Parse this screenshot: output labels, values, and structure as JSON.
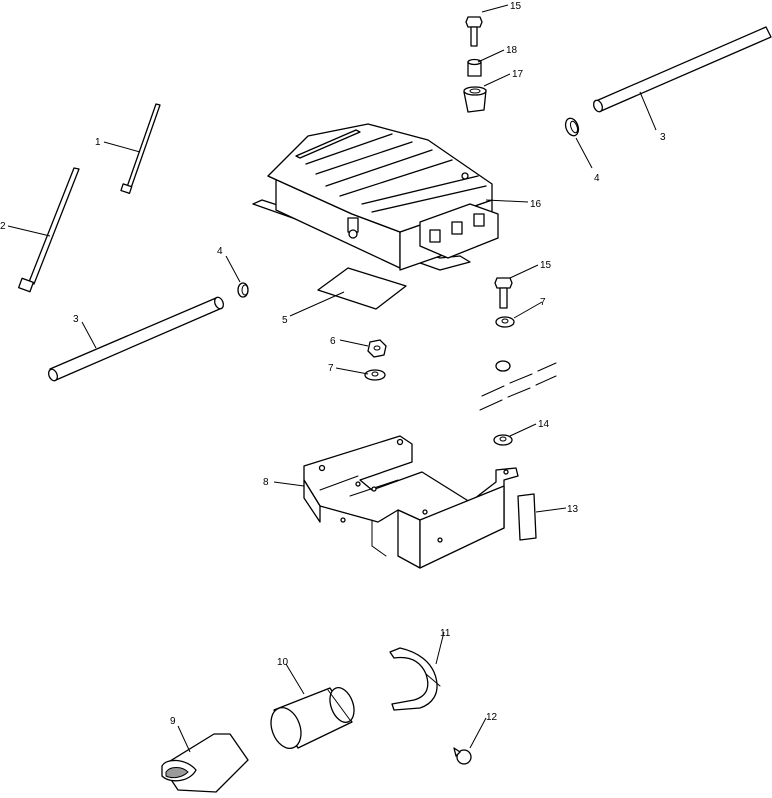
{
  "callouts": {
    "c1": "1",
    "c2": "2",
    "c3a": "3",
    "c3b": "3",
    "c4a": "4",
    "c4b": "4",
    "c5": "5",
    "c6": "6",
    "c7a": "7",
    "c7b": "7",
    "c8": "8",
    "c9": "9",
    "c10": "10",
    "c11": "11",
    "c12": "12",
    "c13": "13",
    "c14": "14",
    "c15a": "15",
    "c15b": "15",
    "c16": "16",
    "c17": "17",
    "c18": "18"
  }
}
